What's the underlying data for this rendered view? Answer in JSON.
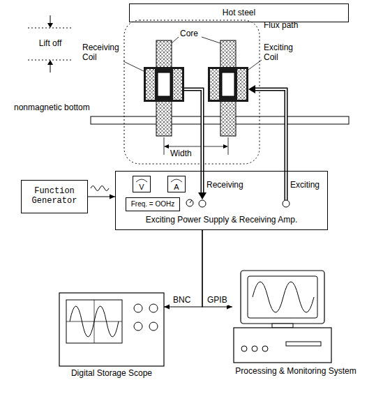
{
  "diagram": {
    "nodes": [
      {
        "text": [
          "Hot steel"
        ]
      },
      {
        "text": [
          "Function Generator"
        ]
      },
      {
        "text": [
          "Receiving",
          "Exciting",
          "Exciting Power Supply & Receiving Amp."
        ]
      },
      {
        "text": [
          "V"
        ],
        "in": 2
      },
      {
        "text": [
          "A"
        ],
        "in": 2
      },
      {
        "text": [
          "Freq. = OOHz"
        ],
        "in": 2
      },
      {
        "text": [
          "Digital Storage Scope"
        ]
      },
      {
        "text": [
          "Processing & Monitoring System"
        ]
      }
    ],
    "edges": [
      {
        "from": 1,
        "to": 2,
        "arrow": "to"
      },
      {
        "from": 2,
        "to": 6,
        "label": "BNC",
        "arrow": "to"
      },
      {
        "from": 2,
        "to": 7,
        "label": "GPIB",
        "arrow": "to"
      }
    ],
    "labels": [
      "Lift off",
      "Core",
      "Flux path",
      "Receiving Coil",
      "Exciting Coil",
      "nonmagnetic bottom",
      "Width"
    ]
  }
}
